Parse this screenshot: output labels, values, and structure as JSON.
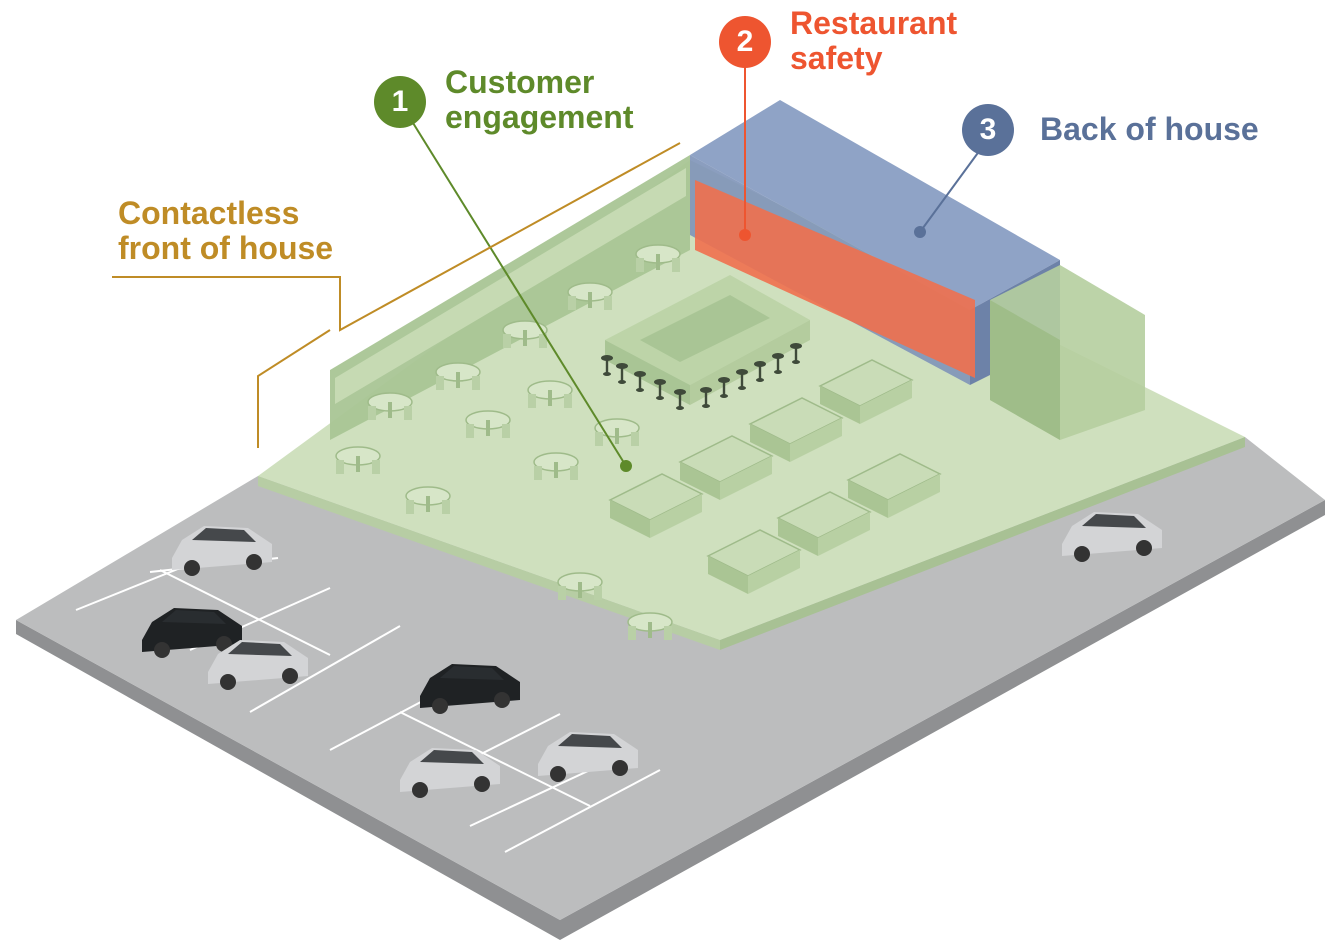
{
  "colors": {
    "engagement": "#5e8a2a",
    "safety": "#ee5530",
    "back_of_house": "#5a7199",
    "contactless": "#bf8c26",
    "floor": "#cfe0be",
    "walls": "#a9c595",
    "lot": "#bcbdbe"
  },
  "callouts": [
    {
      "number": "1",
      "line1": "Customer",
      "line2": "engagement"
    },
    {
      "number": "2",
      "line1": "Restaurant",
      "line2": "safety"
    },
    {
      "number": "3",
      "line1": "Back of house"
    }
  ],
  "contactless": {
    "line1": "Contactless",
    "line2": "front of house"
  },
  "icons": [
    "car-icon",
    "table-icon",
    "bar-stool-icon",
    "booth-icon"
  ]
}
